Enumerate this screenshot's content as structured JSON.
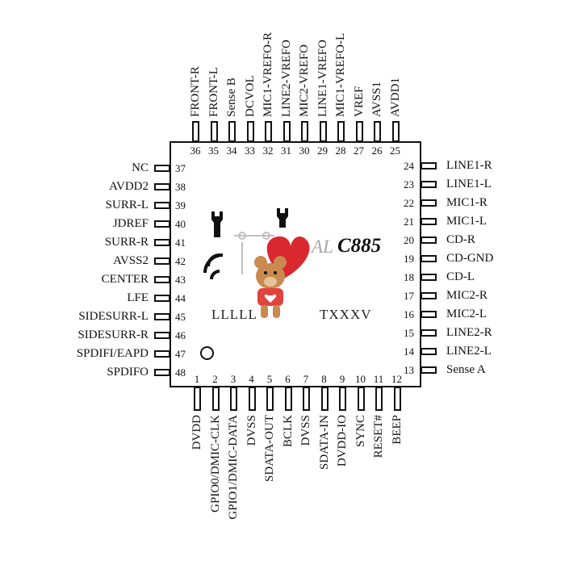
{
  "chip": {
    "logo_suffix": "C885",
    "logo_prefix": "AL",
    "marking_left": "LLLLL",
    "marking_right": "TXXXV"
  },
  "pins": {
    "top": [
      {
        "num": "36",
        "name": "FRONT-R"
      },
      {
        "num": "35",
        "name": "FRONT-L"
      },
      {
        "num": "34",
        "name": "Sense B"
      },
      {
        "num": "33",
        "name": "DCVOL"
      },
      {
        "num": "32",
        "name": "MIC1-VREFO-R"
      },
      {
        "num": "31",
        "name": "LINE2-VREFO"
      },
      {
        "num": "30",
        "name": "MIC2-VREFO"
      },
      {
        "num": "29",
        "name": "LINE1-VREFO"
      },
      {
        "num": "28",
        "name": "MIC1-VREFO-L"
      },
      {
        "num": "27",
        "name": "VREF"
      },
      {
        "num": "26",
        "name": "AVSS1"
      },
      {
        "num": "25",
        "name": "AVDD1"
      }
    ],
    "left": [
      {
        "num": "37",
        "name": "NC"
      },
      {
        "num": "38",
        "name": "AVDD2"
      },
      {
        "num": "39",
        "name": "SURR-L"
      },
      {
        "num": "40",
        "name": "JDREF"
      },
      {
        "num": "41",
        "name": "SURR-R"
      },
      {
        "num": "42",
        "name": "AVSS2"
      },
      {
        "num": "43",
        "name": "CENTER"
      },
      {
        "num": "44",
        "name": "LFE"
      },
      {
        "num": "45",
        "name": "SIDESURR-L"
      },
      {
        "num": "46",
        "name": "SIDESURR-R"
      },
      {
        "num": "47",
        "name": "SPDIFI/EAPD"
      },
      {
        "num": "48",
        "name": "SPDIFO"
      }
    ],
    "right": [
      {
        "num": "24",
        "name": "LINE1-R"
      },
      {
        "num": "23",
        "name": "LINE1-L"
      },
      {
        "num": "22",
        "name": "MIC1-R"
      },
      {
        "num": "21",
        "name": "MIC1-L"
      },
      {
        "num": "20",
        "name": "CD-R"
      },
      {
        "num": "19",
        "name": "CD-GND"
      },
      {
        "num": "18",
        "name": "CD-L"
      },
      {
        "num": "17",
        "name": "MIC2-R"
      },
      {
        "num": "16",
        "name": "MIC2-L"
      },
      {
        "num": "15",
        "name": "LINE2-R"
      },
      {
        "num": "14",
        "name": "LINE2-L"
      },
      {
        "num": "13",
        "name": "Sense A"
      }
    ],
    "bottom": [
      {
        "num": "1",
        "name": "DVDD"
      },
      {
        "num": "2",
        "name": "GPIO0/DMIC-CLK"
      },
      {
        "num": "3",
        "name": "GPIO1/DMIC-DATA"
      },
      {
        "num": "4",
        "name": "DVSS"
      },
      {
        "num": "5",
        "name": "SDATA-OUT"
      },
      {
        "num": "6",
        "name": "BCLK"
      },
      {
        "num": "7",
        "name": "DVSS"
      },
      {
        "num": "8",
        "name": "SDATA-IN"
      },
      {
        "num": "9",
        "name": "DVDD-IO"
      },
      {
        "num": "10",
        "name": "SYNC"
      },
      {
        "num": "11",
        "name": "RESET#"
      },
      {
        "num": "12",
        "name": "BEEP"
      }
    ]
  },
  "colors": {
    "heart": "#d9282f",
    "bear_body": "#c98a4f",
    "bear_shirt": "#e0443f",
    "outline": "#111111"
  }
}
